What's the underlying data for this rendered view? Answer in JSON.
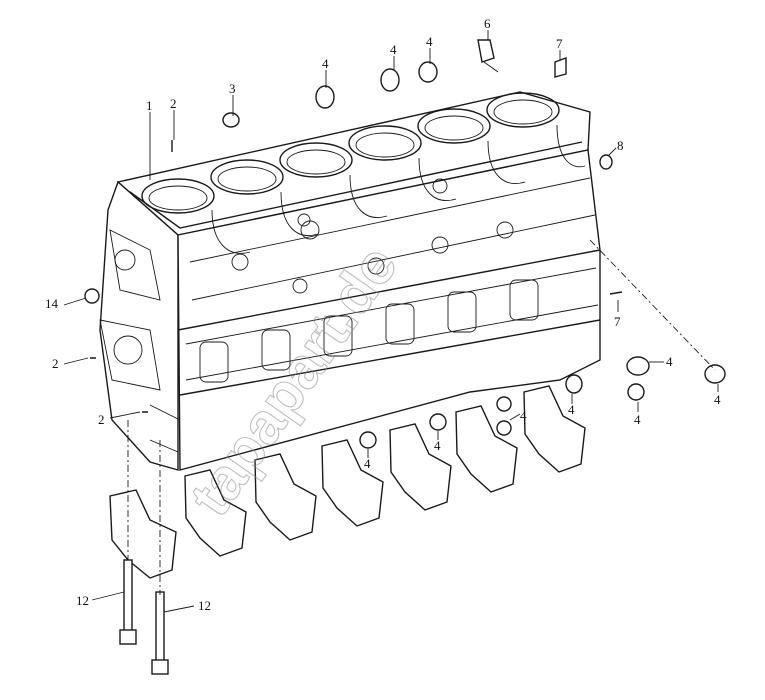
{
  "callouts": [
    {
      "id": "c1",
      "text": "1"
    },
    {
      "id": "c2a",
      "text": "2"
    },
    {
      "id": "c3",
      "text": "3"
    },
    {
      "id": "c4a",
      "text": "4"
    },
    {
      "id": "c4b",
      "text": "4"
    },
    {
      "id": "c4c",
      "text": "4"
    },
    {
      "id": "c6",
      "text": "6"
    },
    {
      "id": "c7a",
      "text": "7"
    },
    {
      "id": "c8",
      "text": "8"
    },
    {
      "id": "c14",
      "text": "14"
    },
    {
      "id": "c2b",
      "text": "2"
    },
    {
      "id": "c7b",
      "text": "7"
    },
    {
      "id": "c4d",
      "text": "4"
    },
    {
      "id": "c4e",
      "text": "4"
    },
    {
      "id": "c4f",
      "text": "4"
    },
    {
      "id": "c2c",
      "text": "2"
    },
    {
      "id": "c4g",
      "text": "4"
    },
    {
      "id": "c4h",
      "text": "4"
    },
    {
      "id": "c4i",
      "text": "4"
    },
    {
      "id": "c4j",
      "text": "4"
    },
    {
      "id": "c12a",
      "text": "12"
    },
    {
      "id": "c12b",
      "text": "12"
    }
  ],
  "watermark": "tapapart.de"
}
